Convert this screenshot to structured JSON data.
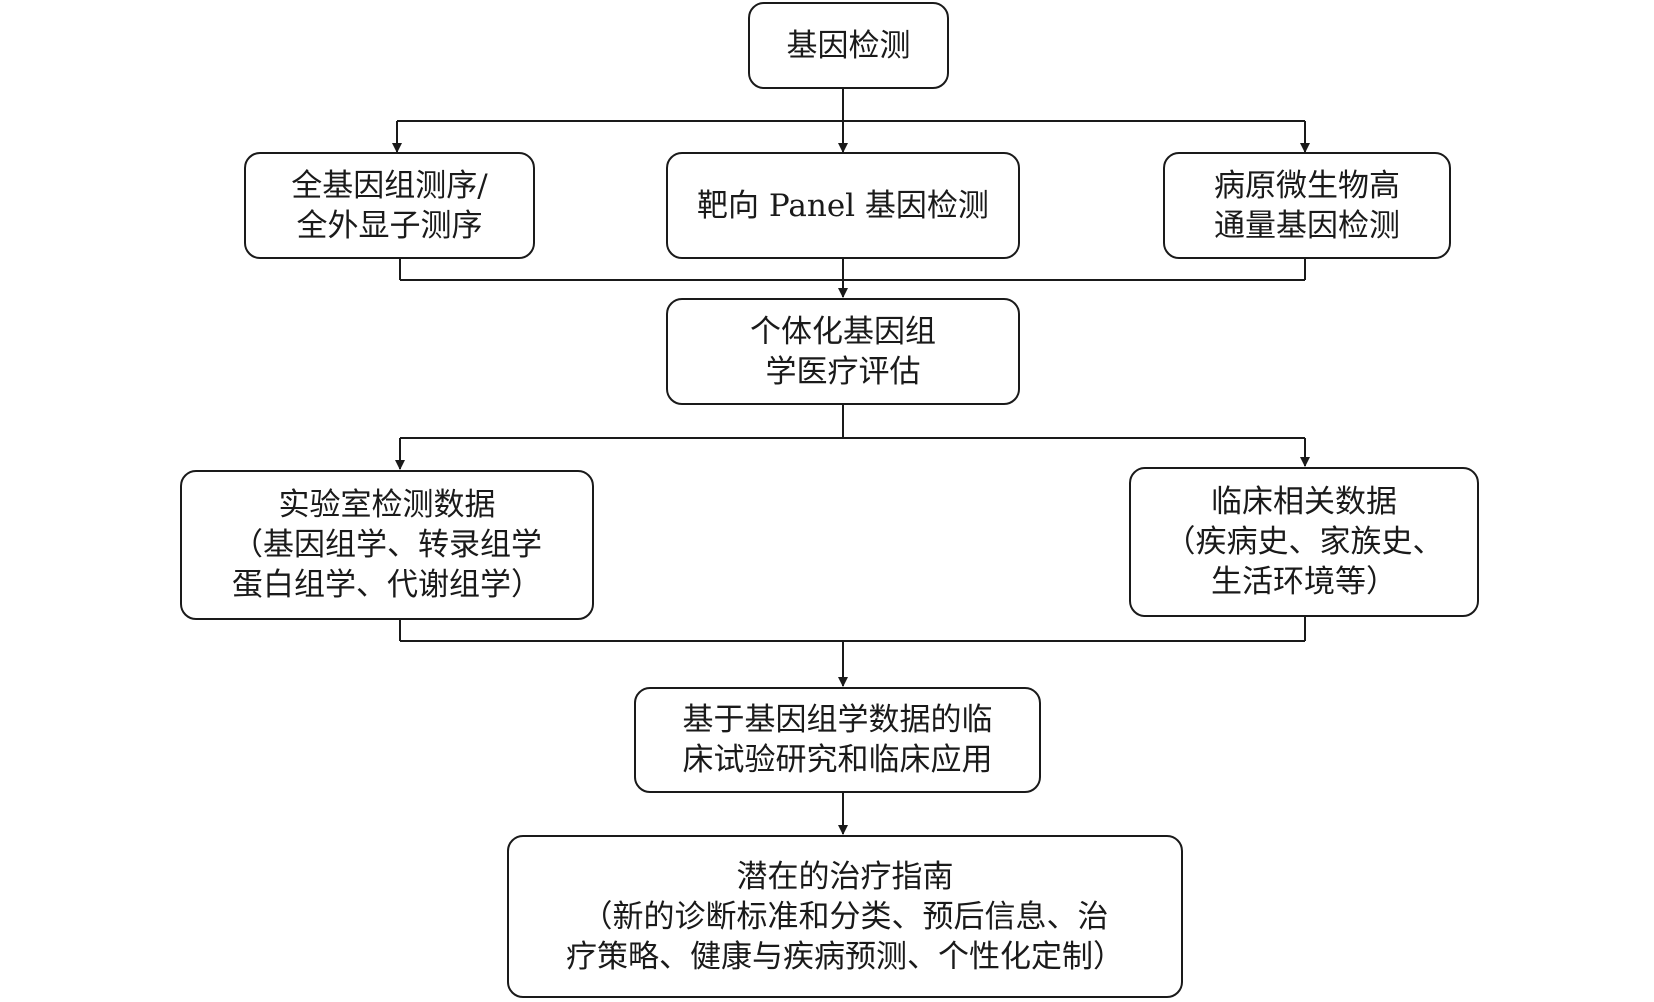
{
  "nodes": {
    "root": {
      "lines": [
        "基因检测"
      ]
    },
    "wgs": {
      "lines": [
        "全基因组测序/",
        "全外显子测序"
      ]
    },
    "panel": {
      "lines": [
        "靶向 Panel 基因检测"
      ]
    },
    "pathogen": {
      "lines": [
        "病原微生物高",
        "通量基因检测"
      ]
    },
    "assessment": {
      "lines": [
        "个体化基因组",
        "学医疗评估"
      ]
    },
    "lab": {
      "lines": [
        "实验室检测数据",
        "（基因组学、转录组学",
        "蛋白组学、代谢组学）"
      ]
    },
    "clinical": {
      "lines": [
        "临床相关数据",
        "（疾病史、家族史、",
        "生活环境等）"
      ]
    },
    "research": {
      "lines": [
        "基于基因组学数据的临",
        "床试验研究和临床应用"
      ]
    },
    "guide": {
      "lines": [
        "潜在的治疗指南",
        "（新的诊断标准和分类、预后信息、治",
        "疗策略、健康与疾病预测、个性化定制）"
      ]
    }
  },
  "colors": {
    "stroke": "#1a1a1a",
    "background": "#ffffff"
  }
}
